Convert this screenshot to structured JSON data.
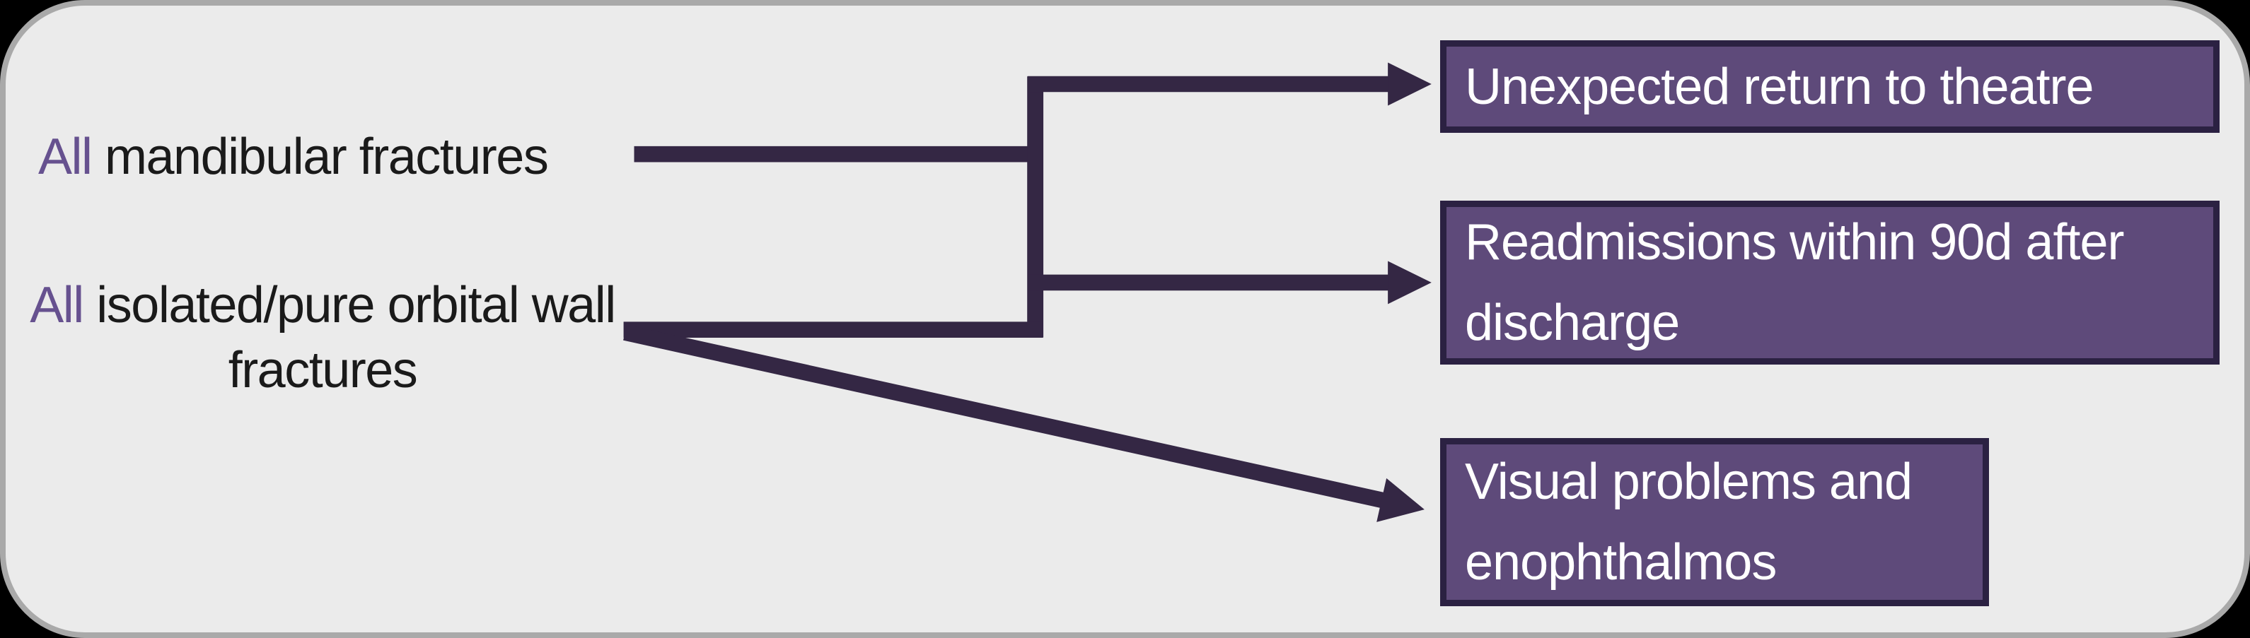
{
  "diagram": {
    "description": "Flow diagram linking fracture cohorts to outcome measures",
    "sources": [
      {
        "accent": "All",
        "rest": " mandibular fractures",
        "connects_to": [
          "Unexpected return to theatre",
          "Readmissions within 90d after discharge"
        ]
      },
      {
        "accent": "All",
        "rest": " isolated/pure orbital wall fractures",
        "connects_to": [
          "Unexpected return to theatre",
          "Readmissions within 90d after discharge",
          "Visual problems and enophthalmos"
        ]
      }
    ],
    "outcomes": [
      {
        "label": "Unexpected return to theatre"
      },
      {
        "label": "Readmissions within 90d after discharge"
      },
      {
        "label": "Visual problems and enophthalmos"
      }
    ]
  },
  "colors": {
    "outer_background": "#000000",
    "panel_background": "#ebebeb",
    "panel_border": "#a9a9a9",
    "connector": "#342744",
    "box_fill": "#5e4a7a",
    "box_border": "#2b2142",
    "box_text": "#ffffff",
    "source_text": "#1a1a1a",
    "accent_text": "#66518f"
  }
}
